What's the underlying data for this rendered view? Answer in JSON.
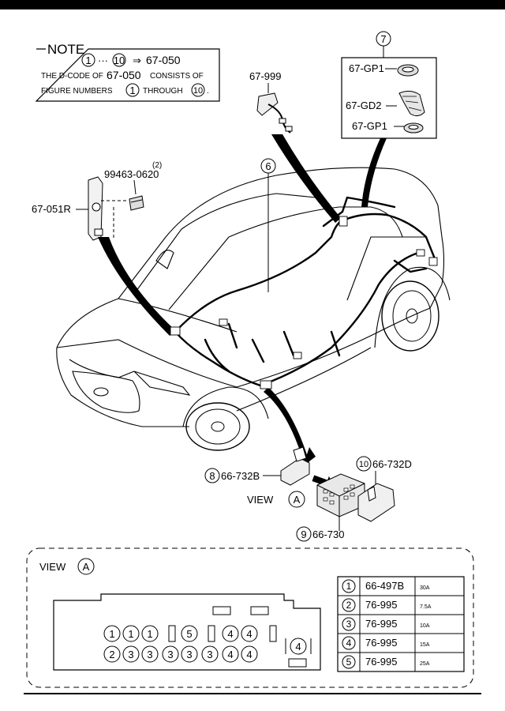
{
  "note": {
    "title": "NOTE",
    "range_start": "1",
    "range_sep": "···",
    "arrow": "⇒",
    "range_end": "10",
    "range_code": "67-050",
    "line1_a": "THE D-CODE OF",
    "line1_code": "67-050",
    "line1_b": "CONSISTS OF",
    "line2_a": "FIGURE NUMBERS",
    "line2_n1": "1",
    "line2_b": "THROUGH",
    "line2_n2": "10",
    "line2_end": "."
  },
  "callouts": {
    "item7": "7",
    "gp1_top": "67-GP1",
    "gd2": "67-GD2",
    "gp1_bottom": "67-GP1",
    "c67999": "67-999",
    "item6": "6",
    "bolt_qty": "(2)",
    "bolt_code": "99463-0620",
    "bracket": "67-051R",
    "item8": "8",
    "c66732B": "66-732B",
    "item10": "10",
    "c66732D": "66-732D",
    "view_label": "VIEW",
    "view_letter": "A",
    "item9": "9",
    "c66730": "66-730"
  },
  "view_panel": {
    "title": "VIEW",
    "letter": "A",
    "row1": [
      "1",
      "1",
      "1",
      "5",
      "4",
      "4"
    ],
    "row2": [
      "2",
      "3",
      "3",
      "3",
      "3",
      "3",
      "4",
      "4"
    ],
    "side": "4"
  },
  "legend": [
    {
      "num": "1",
      "code": "66-497B",
      "amp": "30A"
    },
    {
      "num": "2",
      "code": "76-995",
      "amp": "7.5A"
    },
    {
      "num": "3",
      "code": "76-995",
      "amp": "10A"
    },
    {
      "num": "4",
      "code": "76-995",
      "amp": "15A"
    },
    {
      "num": "5",
      "code": "76-995",
      "amp": "25A"
    }
  ]
}
